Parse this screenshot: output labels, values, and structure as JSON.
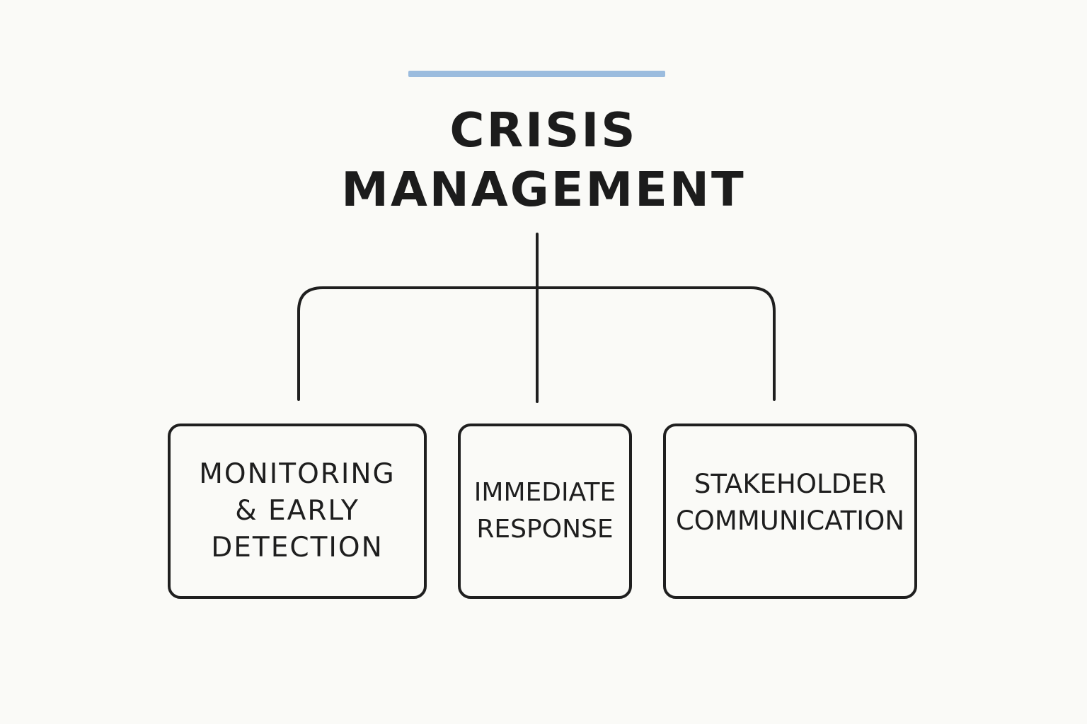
{
  "diagram": {
    "accent_color": "#9bbcde",
    "line_color": "#1f1f1f",
    "background": "#fafaf7",
    "title_lines": [
      "CRISIS",
      "MANAGEMENT"
    ],
    "branches": [
      {
        "lines": [
          "MONITORING",
          "& EARLY",
          "DETECTION"
        ]
      },
      {
        "lines": [
          "IMMEDIATE",
          "RESPONSE"
        ]
      },
      {
        "lines": [
          "STAKEHOLDER",
          "COMMUNICATION"
        ]
      }
    ]
  }
}
